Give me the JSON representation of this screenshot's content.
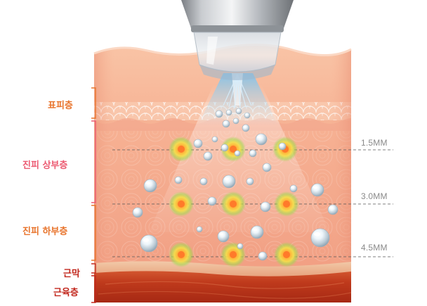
{
  "layers": [
    {
      "key": "epidermis",
      "label": "표피층"
    },
    {
      "key": "dermis_upper",
      "label": "진피 상부층"
    },
    {
      "key": "dermis_lower",
      "label": "진피 하부층"
    },
    {
      "key": "fascia",
      "label": "근막"
    },
    {
      "key": "muscle",
      "label": "근육층"
    }
  ],
  "depth_markers": [
    "1.5MM",
    "3.0MM",
    "4.5MM"
  ],
  "colors": {
    "label_orange": "#e8742c",
    "label_pink": "#ec5b72",
    "label_red": "#c2281e",
    "skin_top": "#f7b79a",
    "muscle": "#b8301a",
    "beam": "#5fb8f0",
    "focal_glow": "#ffcf3a"
  },
  "icons": [
    "handpiece-icon",
    "energy-beam-icon",
    "focal-point-icon",
    "bubble-icon"
  ]
}
